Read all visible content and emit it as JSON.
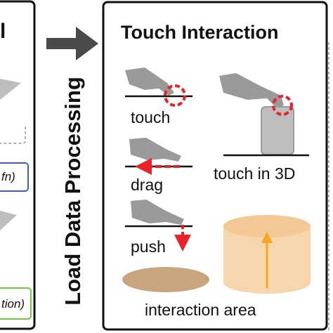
{
  "left_panel": {
    "title_fragment": "l",
    "box_blue_text": "fn)",
    "box_green_text": "tion)"
  },
  "middle": {
    "vertical_label": "Load Data Processing"
  },
  "touch_panel": {
    "title": "Touch Interaction",
    "labels": {
      "touch": "touch",
      "drag": "drag",
      "push": "push",
      "touch_3d": "touch in 3D",
      "interaction_area": "interaction area"
    }
  },
  "colors": {
    "touch_marker": "#e8232a",
    "hand": "#9a9a9a",
    "area_fill": "#c9a57d",
    "cylinder_fill": "#f8d6ad",
    "arrow": "#f5a623",
    "blue_box": "#3f5bd0",
    "green_box": "#6ccf3a"
  }
}
